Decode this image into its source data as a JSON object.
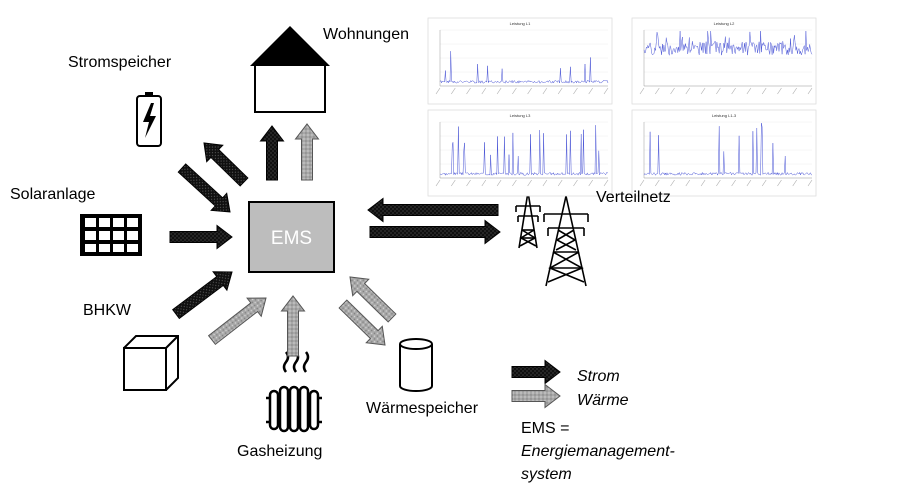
{
  "nodes": {
    "ems": "EMS",
    "wohnungen": "Wohnungen",
    "stromspeicher": "Stromspeicher",
    "solaranlage": "Solaranlage",
    "bhkw": "BHKW",
    "gasheizung": "Gasheizung",
    "waermespeicher": "Wärmespeicher",
    "verteilnetz": "Verteilnetz"
  },
  "legend": {
    "strom": "Strom",
    "waerme": "Wärme",
    "ems_def_1": "EMS =",
    "ems_def_2": "Energiemanagement-",
    "ems_def_3": "system"
  },
  "panels": [
    {
      "title": "Leistung L1"
    },
    {
      "title": "Leistung L2"
    },
    {
      "title": "Leistung L3"
    },
    {
      "title": "Leistung L1-3"
    }
  ],
  "colors": {
    "strom_arrow": "#111111",
    "waerme_arrow": "#9a9a9a",
    "ems_box": "#bdbdbd",
    "chart_line": "#4a55d6"
  }
}
